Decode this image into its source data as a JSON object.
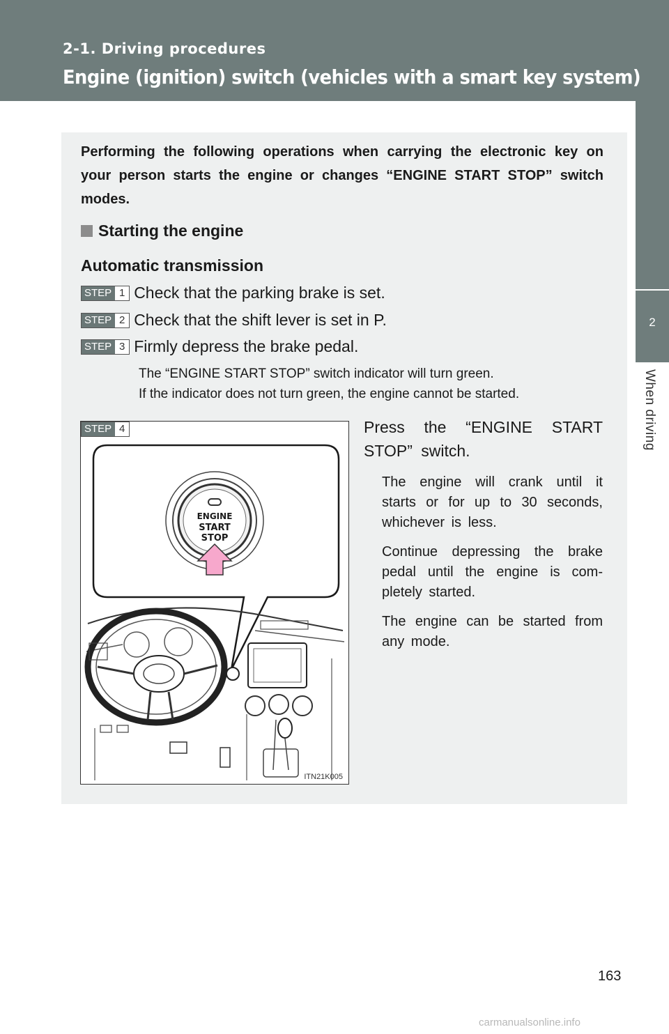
{
  "header": {
    "section": "2-1. Driving procedures",
    "title": "Engine (ignition) switch (vehicles with a smart key system)"
  },
  "side_tab": {
    "number": "2",
    "label": "When driving"
  },
  "intro": "Performing the following operations when carrying the electronic key on your person starts the engine or changes “ENGINE START STOP” switch modes.",
  "subheading": "Starting the engine",
  "transmission_heading": "Automatic transmission",
  "step_word": "STEP",
  "steps": [
    {
      "num": "1",
      "text": "Check that the parking brake is set."
    },
    {
      "num": "2",
      "text": "Check that the shift lever is set in P."
    },
    {
      "num": "3",
      "text": "Firmly depress the brake pedal."
    },
    {
      "num": "4",
      "text": "Press the “ENGINE START STOP” switch."
    }
  ],
  "notes": [
    "The “ENGINE START STOP” switch indicator will turn green.",
    "If the indicator does not turn green, the engine cannot be started."
  ],
  "step4_paragraphs": [
    "The engine will crank until it starts or for up to 30 seconds, whichever is less.",
    "Continue depressing the brake pedal until the engine is com-pletely started.",
    "The engine can be started from any mode."
  ],
  "figure": {
    "button_lines": [
      "ENGINE",
      "START",
      "STOP"
    ],
    "code": "ITN21K005",
    "arrow_color": "#f7a8cc"
  },
  "page_number": "163",
  "watermark": "carmanualsonline.info"
}
